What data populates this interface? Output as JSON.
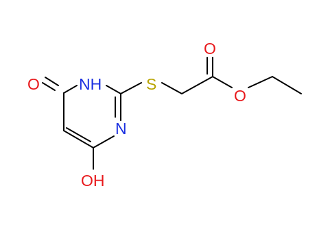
{
  "molecule": {
    "atom_labels": {
      "ring_oxo": "O",
      "ring_nh": "NH",
      "ring_n": "N",
      "hydroxyl": "OH",
      "sulfur": "S",
      "carbonyl_o": "O",
      "ester_o": "O"
    },
    "colors": {
      "bond": "#000000",
      "oxygen": "#e8191c",
      "nitrogen": "#1a2fe0",
      "sulfur": "#b8a400",
      "background": "#ffffff"
    }
  }
}
